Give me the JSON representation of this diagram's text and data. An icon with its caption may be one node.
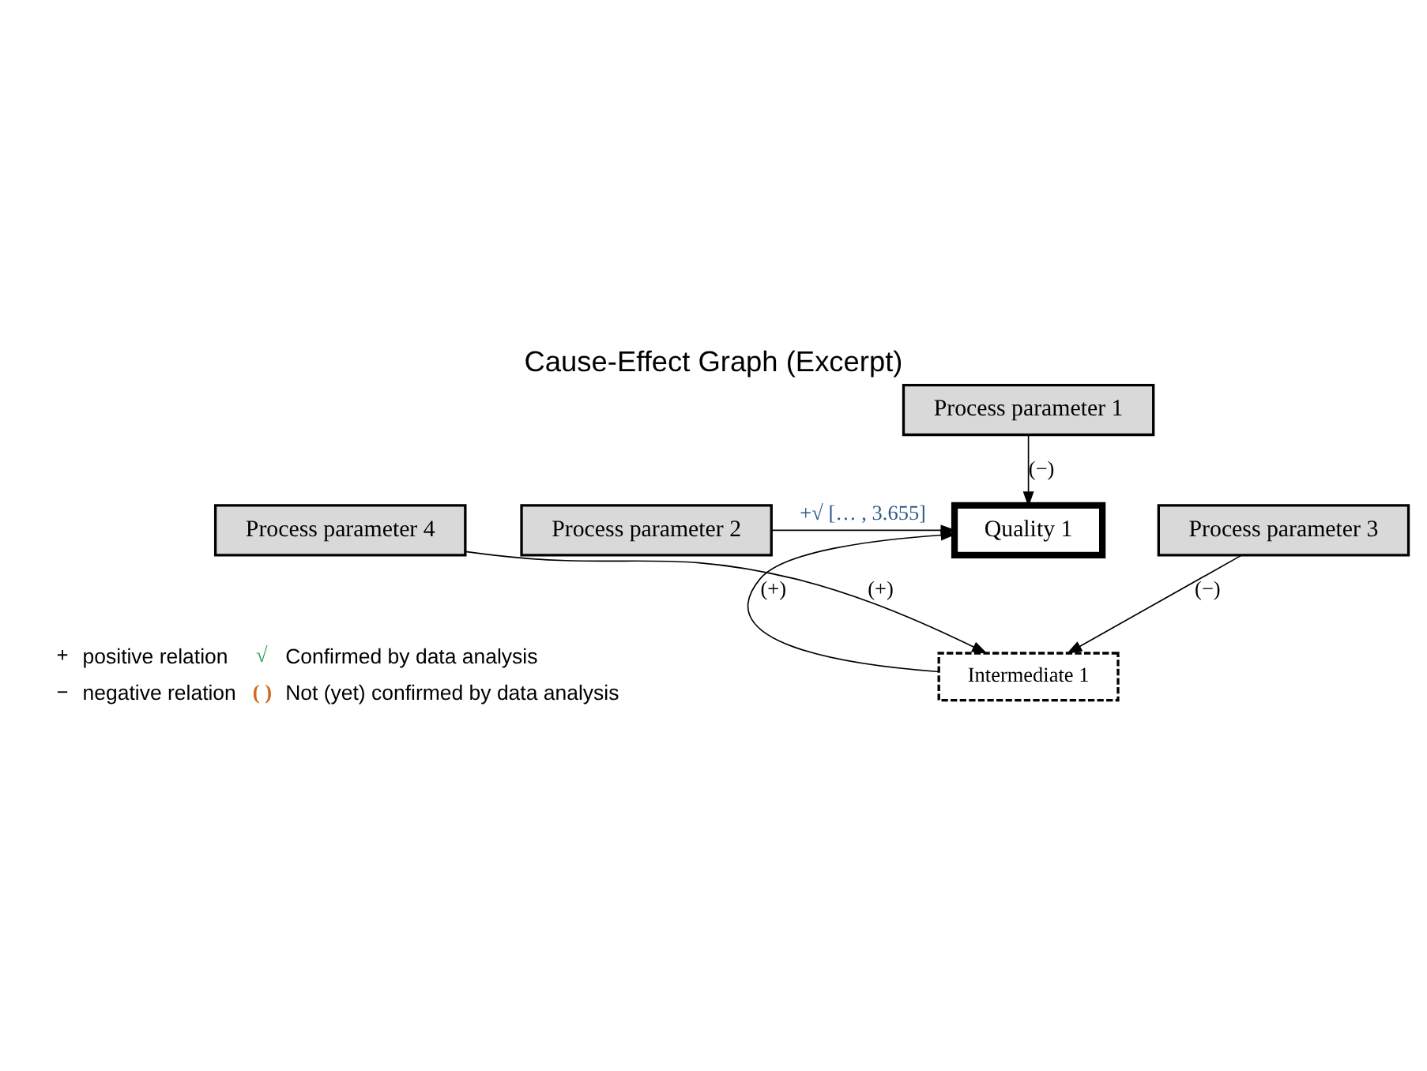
{
  "diagram": {
    "title": "Cause-Effect Graph (Excerpt)",
    "nodes": [
      {
        "text": [
          "Process parameter 1"
        ]
      },
      {
        "text": [
          "Quality 1"
        ]
      },
      {
        "text": [
          "Process parameter 2"
        ]
      },
      {
        "text": [
          "Intermediate 1"
        ]
      },
      {
        "text": [
          "Process parameter 4"
        ]
      },
      {
        "text": [
          "Process parameter 3"
        ]
      }
    ],
    "edges": [
      {
        "from": 0,
        "to": 1,
        "arrow": "to",
        "label": "(−)"
      },
      {
        "from": 2,
        "to": 1,
        "arrow": "to",
        "label": "+√ [… , 3.655]"
      },
      {
        "from": 3,
        "to": 1,
        "arrow": "to",
        "label": "(+)"
      },
      {
        "from": 4,
        "to": 3,
        "arrow": "to",
        "label": "(+)"
      },
      {
        "from": 5,
        "to": 3,
        "arrow": "to",
        "label": "(−)"
      }
    ],
    "labels": [
      "+",
      "√",
      "−",
      "( )"
    ],
    "legend": [
      {
        "text": "positive relation"
      },
      {
        "text": "Confirmed by data analysis"
      },
      {
        "text": "negative relation"
      },
      {
        "text": "Not (yet) confirmed by data analysis"
      }
    ]
  }
}
